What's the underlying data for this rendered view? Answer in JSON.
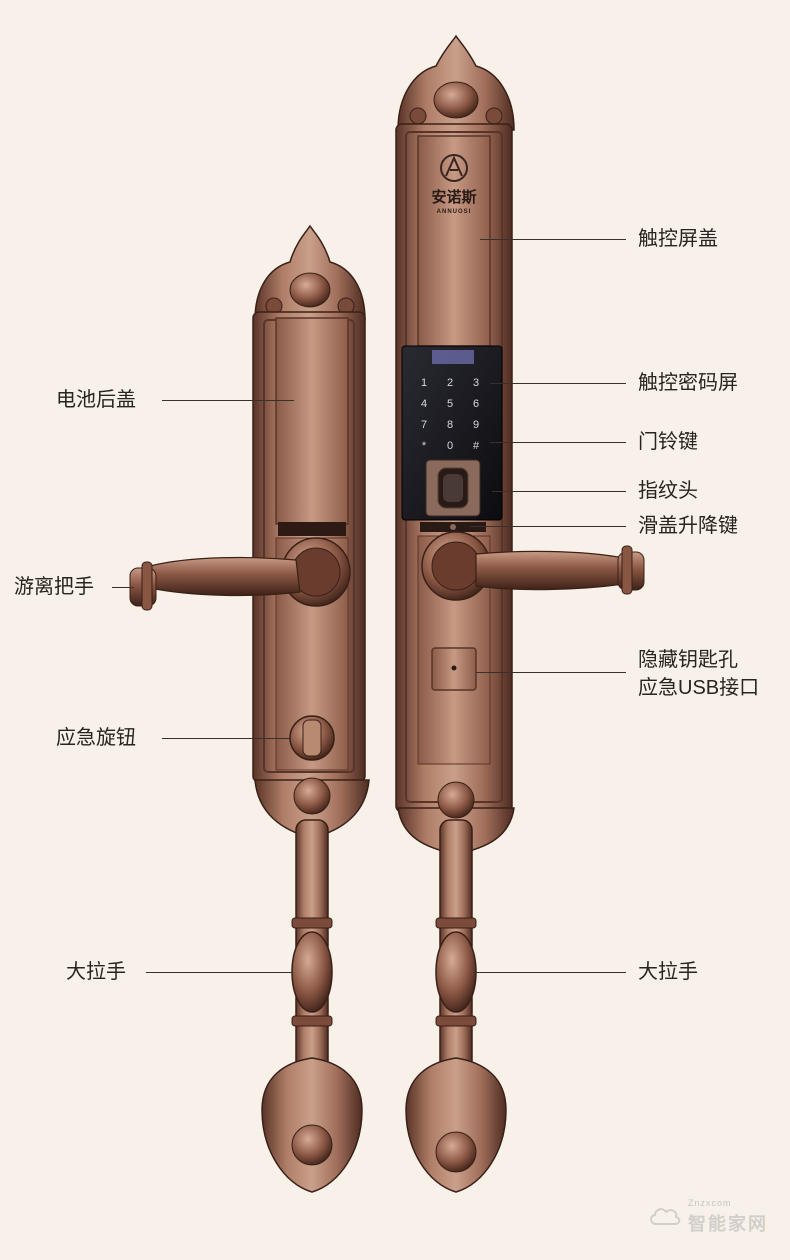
{
  "brand": {
    "logo_cn": "安诺斯",
    "logo_en": "ANNUOSI"
  },
  "keypad": {
    "keys": [
      "1",
      "2",
      "3",
      "4",
      "5",
      "6",
      "7",
      "8",
      "9",
      "*",
      "0",
      "#"
    ]
  },
  "callouts": {
    "left": [
      {
        "id": "battery-cover",
        "text": "电池后盖"
      },
      {
        "id": "free-handle",
        "text": "游离把手"
      },
      {
        "id": "emergency-knob",
        "text": "应急旋钮"
      },
      {
        "id": "big-handle-left",
        "text": "大拉手"
      }
    ],
    "right": [
      {
        "id": "touch-screen-cover",
        "text": "触控屏盖"
      },
      {
        "id": "touch-password-screen",
        "text": "触控密码屏"
      },
      {
        "id": "doorbell-key",
        "text": "门铃键"
      },
      {
        "id": "fingerprint-head",
        "text": "指纹头"
      },
      {
        "id": "slide-cover-key",
        "text": "滑盖升降键"
      },
      {
        "id": "hidden-keyhole",
        "text": "隐藏钥匙孔"
      },
      {
        "id": "emergency-usb",
        "text": "应急USB接口"
      },
      {
        "id": "big-handle-right",
        "text": "大拉手"
      }
    ]
  },
  "watermark": {
    "top": "Znzxcom",
    "main": "智能家网"
  },
  "colors": {
    "background": "#f7f1ea",
    "bronze_dark": "#4a2a22",
    "bronze_mid": "#8a5a48",
    "bronze_light": "#c4937c",
    "screen_black": "#141418"
  }
}
